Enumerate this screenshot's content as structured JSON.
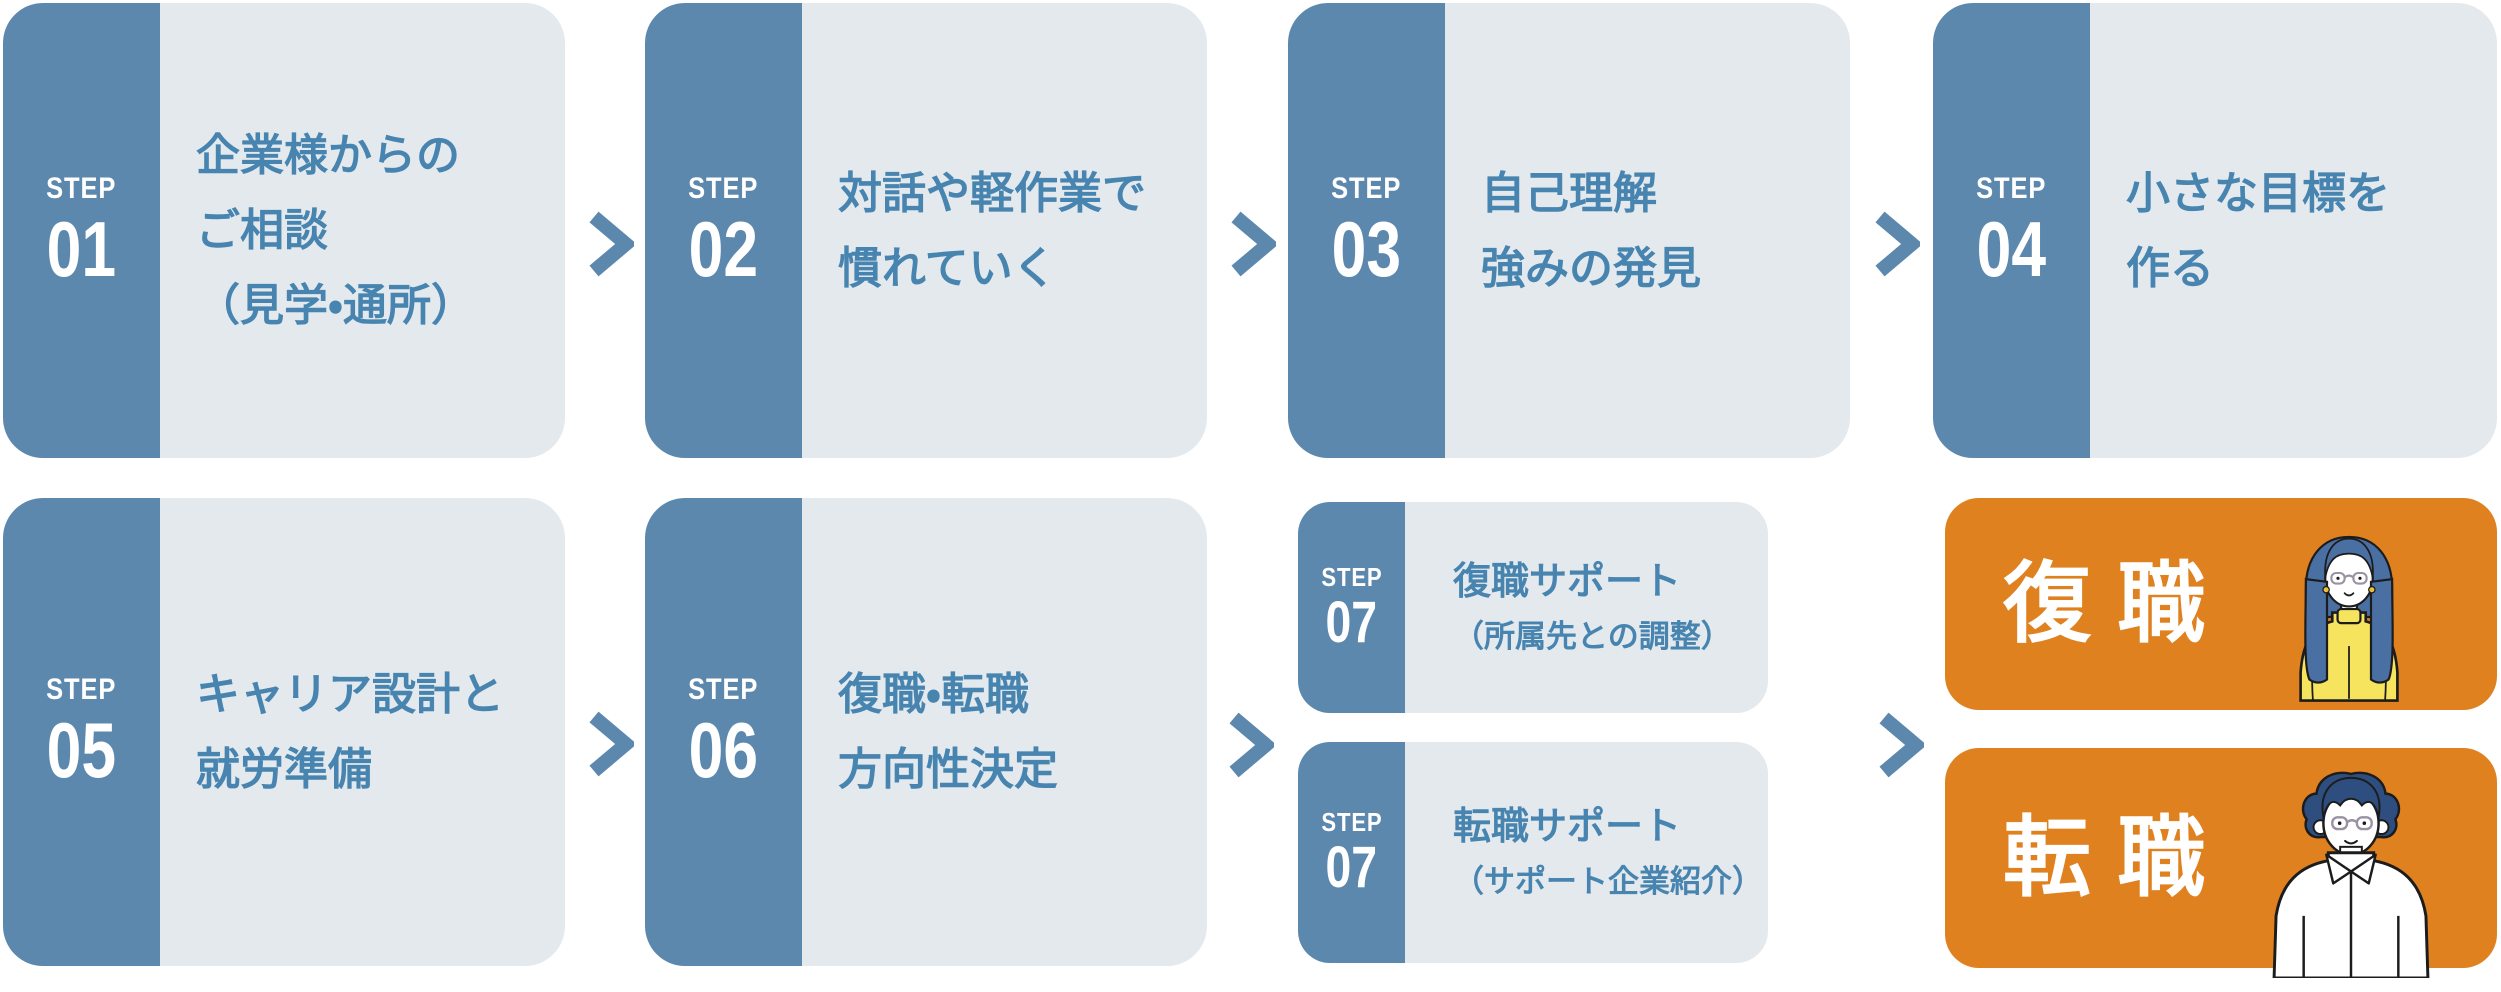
{
  "colors": {
    "card-blue": "#5d88ae",
    "card-light": "#e4e9ee",
    "text-blue": "#4784af",
    "accent-orange": "#e08120",
    "outline": "#1c1c1c",
    "hair-blue": "#4a70a3",
    "hair-navy": "#2f4e80",
    "sweater-yellow": "#f6e35e",
    "glasses-gray": "#9a92a3",
    "earring-yellow": "#e8c33a"
  },
  "steps": [
    {
      "step_label": "STEP",
      "number": "01",
      "lines": [
        "企業様からの",
        "ご相談",
        "（見学・通所）"
      ]
    },
    {
      "step_label": "STEP",
      "number": "02",
      "lines": [
        "対話や軽作業で",
        "慣れていく"
      ]
    },
    {
      "step_label": "STEP",
      "number": "03",
      "lines": [
        "自己理解",
        "強みの発見"
      ]
    },
    {
      "step_label": "STEP",
      "number": "04",
      "lines": [
        "小さな目標を",
        "作る"
      ]
    },
    {
      "step_label": "STEP",
      "number": "05",
      "lines": [
        "キャリア設計と",
        "就労準備"
      ]
    },
    {
      "step_label": "STEP",
      "number": "06",
      "lines": [
        "復職・転職",
        "方向性決定"
      ]
    },
    {
      "step_label": "STEP",
      "number": "07",
      "lines": [
        "復職サポート",
        "（所属先との調整）"
      ]
    },
    {
      "step_label": "STEP",
      "number": "07",
      "lines": [
        "転職サポート",
        "（サポート企業紹介）"
      ]
    }
  ],
  "outcomes": [
    {
      "label": "復職",
      "illustration": "woman-with-glasses"
    },
    {
      "label": "転職",
      "illustration": "man-with-glasses"
    }
  ]
}
